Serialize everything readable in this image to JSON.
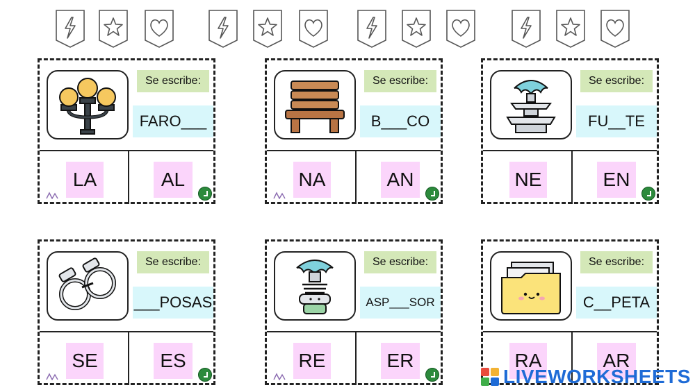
{
  "badge_icons": [
    "lightning-icon",
    "star-icon",
    "heart-icon"
  ],
  "cards": [
    {
      "label": "Se escribe:",
      "word": "FARO___",
      "small": false,
      "image": "street-lamp-icon",
      "options": [
        "LA",
        "AL"
      ]
    },
    {
      "label": "Se escribe:",
      "word": "B___CO",
      "small": false,
      "image": "bench-icon",
      "options": [
        "NA",
        "AN"
      ]
    },
    {
      "label": "Se escribe:",
      "word": "FU__TE",
      "small": false,
      "image": "fountain-icon",
      "options": [
        "NE",
        "EN"
      ]
    },
    {
      "label": "Se escribe:",
      "word": "___POSAS",
      "small": false,
      "image": "handcuffs-icon",
      "options": [
        "SE",
        "ES"
      ]
    },
    {
      "label": "Se escribe:",
      "word": "ASP___SOR",
      "small": true,
      "image": "sprinkler-icon",
      "options": [
        "RE",
        "ER"
      ]
    },
    {
      "label": "Se escribe:",
      "word": "C__PETA",
      "small": false,
      "image": "folder-icon",
      "options": [
        "RA",
        "AR"
      ]
    }
  ],
  "watermark": {
    "text": "LIVEWORKSHEETS",
    "color": "#1e6bd6"
  },
  "colors": {
    "label_bg": "#d4e8b8",
    "word_bg": "#d8f7fb",
    "option_bg": "#fbd5fb",
    "check_dot": "#2c8a3c"
  }
}
